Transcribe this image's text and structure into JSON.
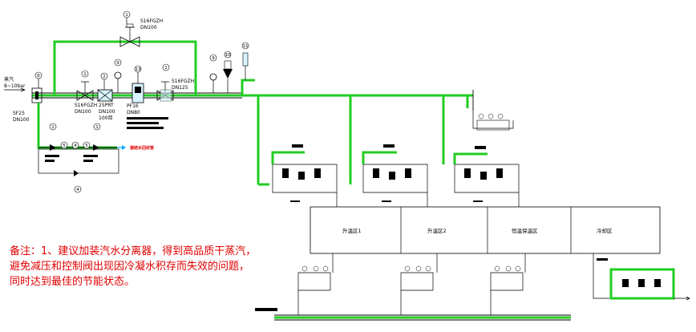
{
  "labels": {
    "inlet_text": "蒸汽",
    "inlet_pressure": "8~10bar",
    "inlet_valve_code": "SF25",
    "inlet_valve_size": "DN100",
    "top_valve_code": "S16FGZH",
    "top_valve_size": "DN100",
    "main_valve_code": "S16FGZH",
    "main_valve_size": "DN100",
    "prv_code": "25PRT",
    "prv_size": "DN100",
    "prv_note": "100目",
    "sep_code": "PF16",
    "sep_size": "DN80",
    "out_valve_code": "S16FGZH",
    "out_valve_size": "DN125",
    "trap_outlet": "凝结水回收管"
  },
  "zones": [
    {
      "name": "升温区1"
    },
    {
      "name": "升温区2"
    },
    {
      "name": "恒温保温区"
    },
    {
      "name": "冷却区"
    }
  ],
  "note": {
    "line1": "备注：1、建议加装汽水分离器，得到高品质干蒸汽，",
    "line2": "避免减压和控制阀出现因冷凝水积存而失效的问题，",
    "line3": "同时达到最佳的节能状态。"
  },
  "callouts": {
    "c1": "1",
    "c2": "2",
    "c4": "4",
    "c5": "5",
    "c6": "6",
    "c9": "9",
    "c10": "10",
    "c11": "11",
    "c13": "13"
  }
}
